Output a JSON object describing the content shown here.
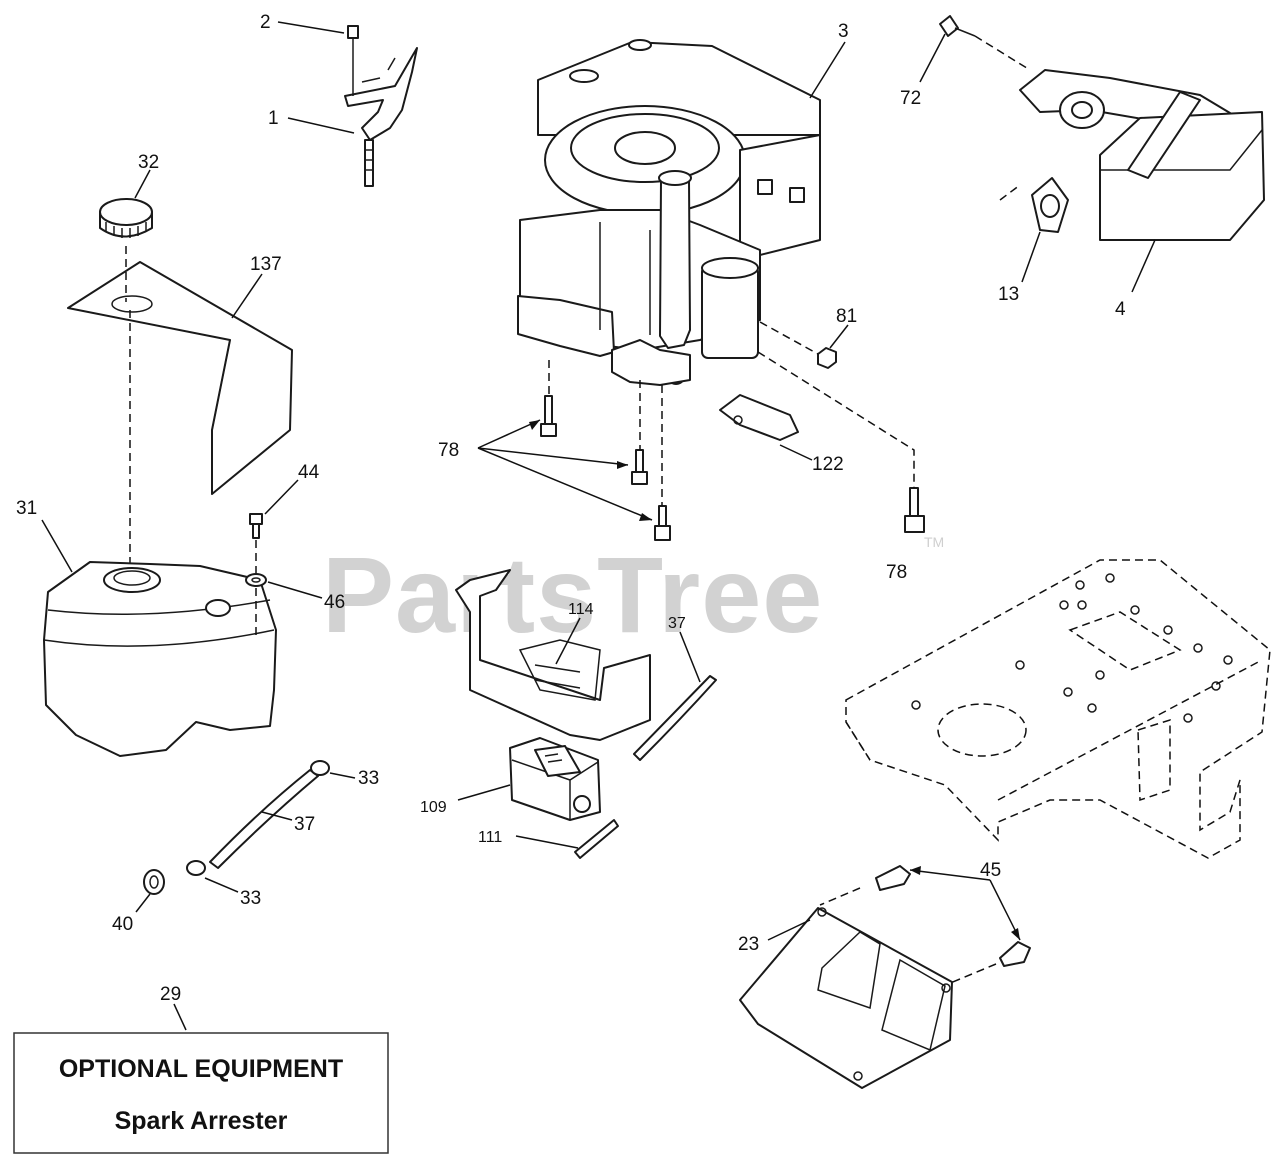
{
  "watermark": {
    "text": "PartsTree",
    "mark": "TM"
  },
  "callouts": {
    "c1": "1",
    "c2": "2",
    "c3": "3",
    "c4": "4",
    "c13": "13",
    "c72": "72",
    "c32": "32",
    "c137": "137",
    "c31": "31",
    "c44": "44",
    "c46": "46",
    "c78a": "78",
    "c78b": "78",
    "c81": "81",
    "c122": "122",
    "c114": "114",
    "c37a": "37",
    "c37b": "37",
    "c109": "109",
    "c111": "111",
    "c33a": "33",
    "c33b": "33",
    "c40": "40",
    "c29": "29",
    "c23": "23",
    "c45": "45"
  },
  "optional_box": {
    "title": "OPTIONAL EQUIPMENT",
    "subtitle": "Spark Arrester"
  }
}
